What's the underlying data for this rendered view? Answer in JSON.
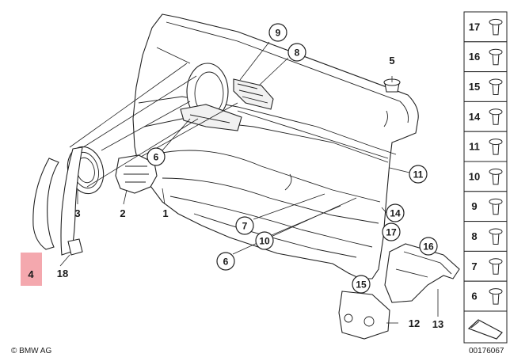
{
  "diagram": {
    "callouts": {
      "c9": "9",
      "c8": "8",
      "c5": "5",
      "c6a": "6",
      "c11": "11",
      "c14": "14",
      "c17": "17",
      "c16": "16",
      "c15": "15",
      "c7": "7",
      "c6b": "6",
      "c10": "10"
    },
    "labels": {
      "l3": "3",
      "l2": "2",
      "l1": "1",
      "l4": "4",
      "l18": "18",
      "l12": "12",
      "l13": "13"
    },
    "side_panel": [
      "17",
      "16",
      "15",
      "14",
      "11",
      "10",
      "9",
      "8",
      "7",
      "6"
    ],
    "highlight_color": "#f4a8ae",
    "brand": "© BMW AG",
    "doc_number": "00176067"
  }
}
